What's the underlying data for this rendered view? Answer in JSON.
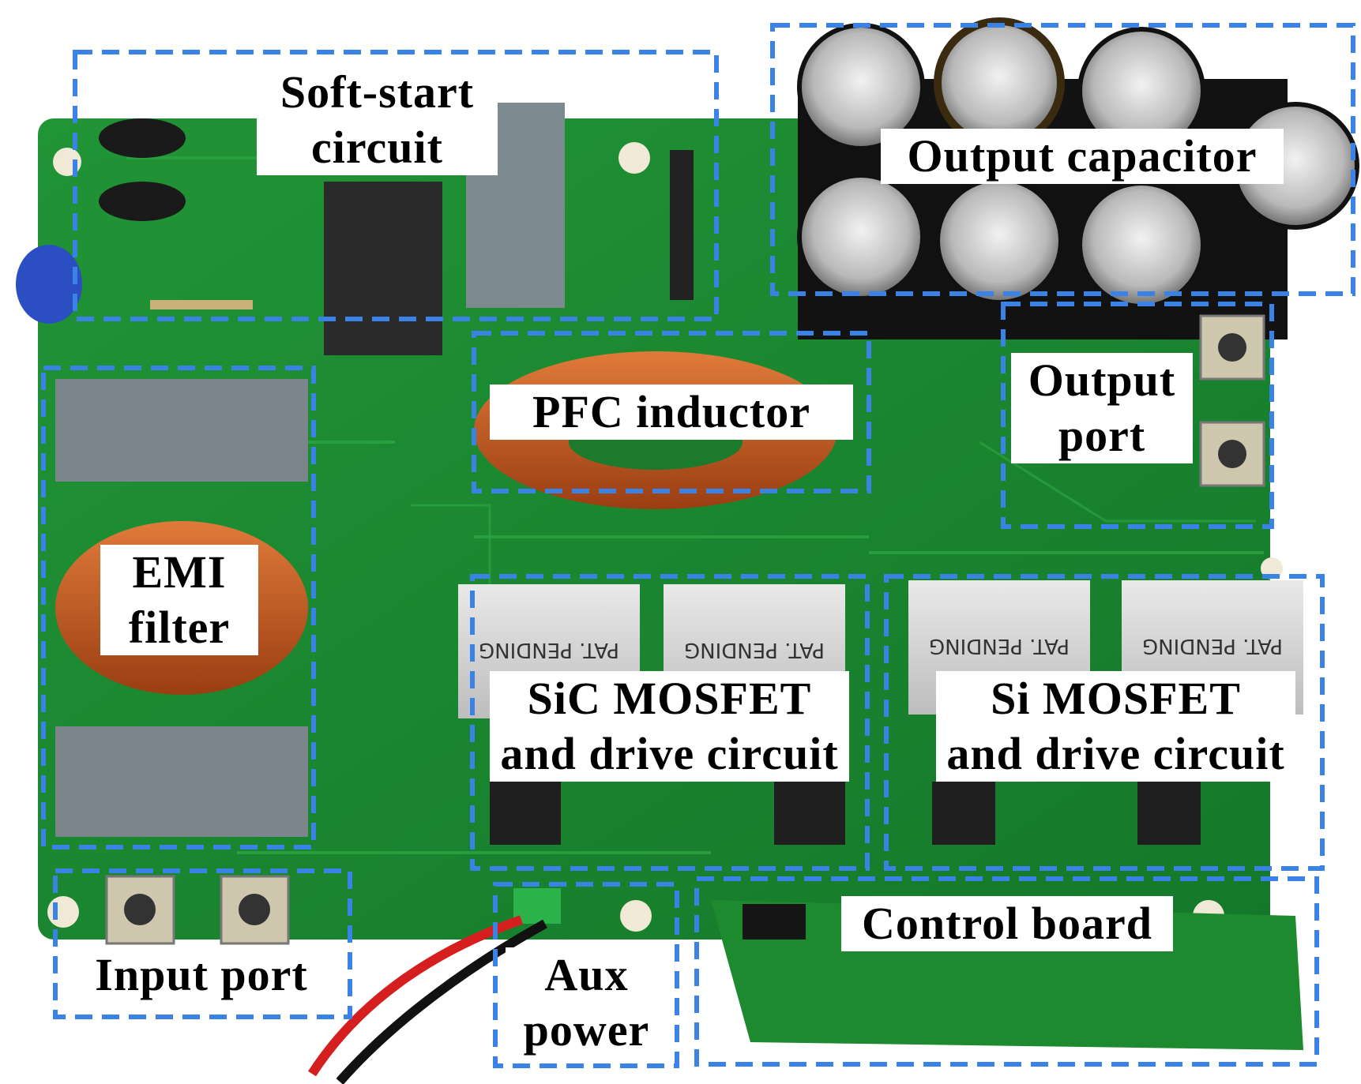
{
  "colors": {
    "board": "#1f8f2f",
    "box_outline": "#3b82e6",
    "label_bg": "#ffffff",
    "label_text": "#000000"
  },
  "labels": {
    "soft_start": [
      "Soft-start",
      "circuit"
    ],
    "output_capacitor": [
      "Output capacitor"
    ],
    "output_port": [
      "Output",
      "port"
    ],
    "pfc_inductor": [
      "PFC inductor"
    ],
    "emi_filter": [
      "EMI",
      "filter"
    ],
    "sic_mosfet": [
      "SiC MOSFET",
      "and drive circuit"
    ],
    "si_mosfet": [
      "Si MOSFET",
      "and drive circuit"
    ],
    "input_port": [
      "Input port"
    ],
    "aux_power": [
      "Aux",
      "power"
    ],
    "control_board": [
      "Control board"
    ]
  },
  "component_markings": {
    "mosfet_heatsink_text": "PAT. PENDING"
  }
}
